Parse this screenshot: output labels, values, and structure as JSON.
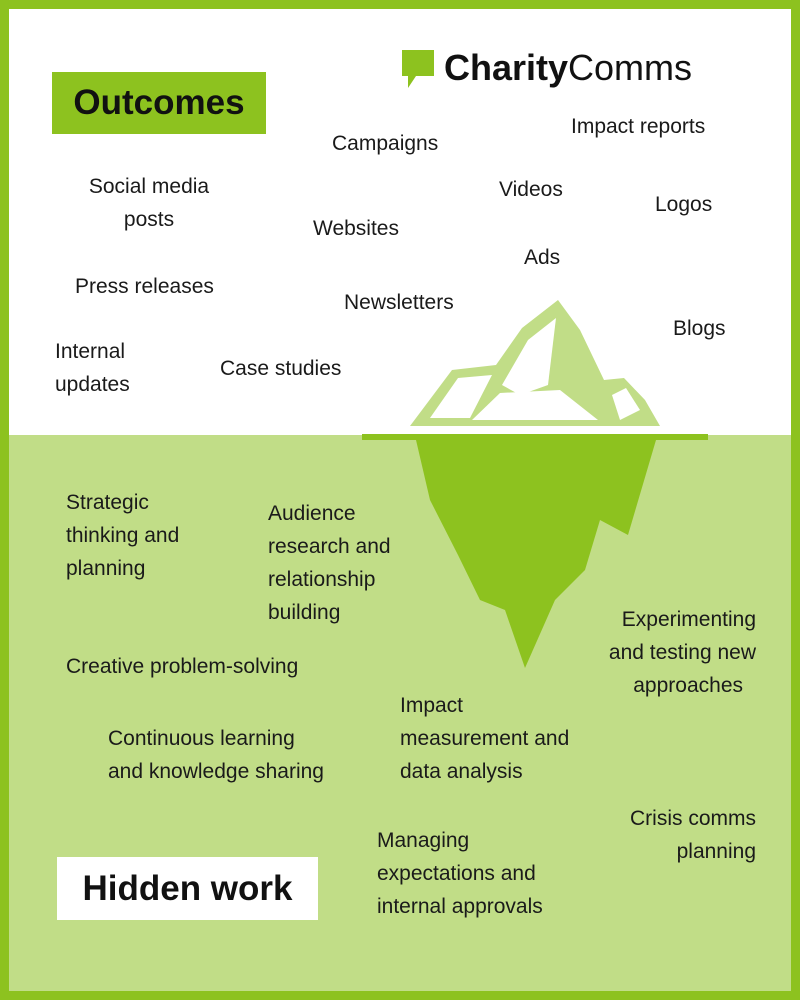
{
  "colors": {
    "brand_green": "#8dc21f",
    "light_green": "#c1dd87",
    "white": "#ffffff",
    "text": "#1a1a1a"
  },
  "logo": {
    "icon": "speech-bubble-icon",
    "part1": "Charity",
    "part2": "Comms"
  },
  "outcomes": {
    "heading": "Outcomes",
    "items": {
      "campaigns": "Campaigns",
      "impact_reports": "Impact reports",
      "social_media_1": "Social media",
      "social_media_2": "posts",
      "videos": "Videos",
      "logos": "Logos",
      "websites": "Websites",
      "ads": "Ads",
      "press_releases": "Press releases",
      "newsletters": "Newsletters",
      "blogs": "Blogs",
      "internal_1": "Internal",
      "internal_2": "updates",
      "case_studies": "Case studies"
    }
  },
  "hidden_work": {
    "heading": "Hidden work",
    "items": {
      "strategic": [
        "Strategic",
        "thinking and",
        "planning"
      ],
      "audience": [
        "Audience",
        "research and",
        "relationship",
        "building"
      ],
      "experimenting": [
        "Experimenting",
        "and testing new",
        "approaches"
      ],
      "creative": [
        "Creative problem-solving"
      ],
      "impact": [
        "Impact",
        "measurement and",
        "data analysis"
      ],
      "learning": [
        "Continuous learning",
        "and knowledge sharing"
      ],
      "crisis": [
        "Crisis comms",
        "planning"
      ],
      "expectations": [
        "Managing",
        "expectations and",
        "internal approvals"
      ]
    }
  }
}
